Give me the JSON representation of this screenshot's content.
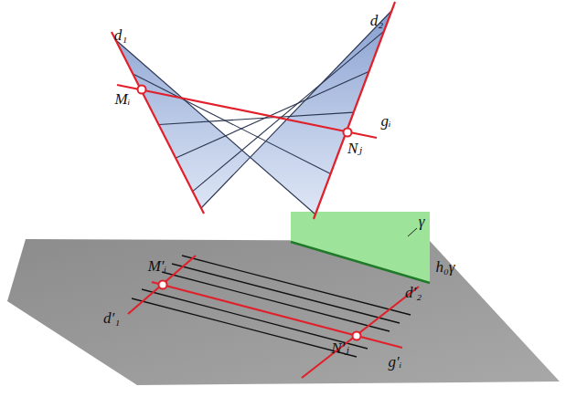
{
  "diagram": {
    "labels": [
      "d₁",
      "d₂",
      "Mᵢ",
      "Nⱼ",
      "gᵢ",
      "γ",
      "h₀γ",
      "M′ᵢ",
      "d′₁",
      "d′₂",
      "N′ⱼ",
      "g′ᵢ"
    ]
  }
}
